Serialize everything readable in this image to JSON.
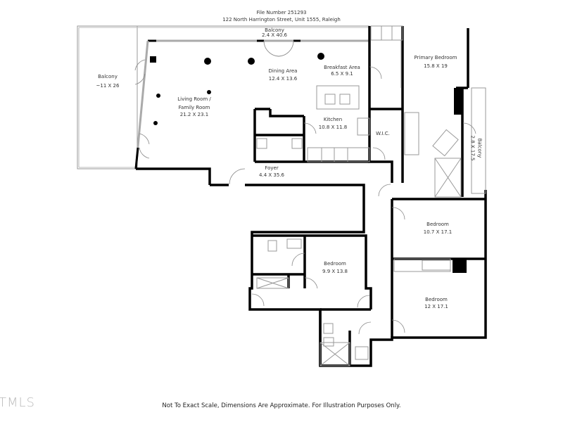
{
  "header": {
    "file_number": "File Number 251293",
    "address": "122 North Harrington Street, Unit 1555, Raleigh"
  },
  "rooms": [
    {
      "name": "Balcony",
      "dims": "~11 X 26"
    },
    {
      "name": "Balcony",
      "dims": "2.4 X 40.6"
    },
    {
      "name": "Living Room /",
      "name2": "Family Room",
      "dims": "21.2 X 23.1"
    },
    {
      "name": "Dining Area",
      "dims": "12.4 X 13.6"
    },
    {
      "name": "Breakfast Area",
      "dims": "6.5 X 9.1"
    },
    {
      "name": "Kitchen",
      "dims": "10.8 X 11.8"
    },
    {
      "name": "W.I.C."
    },
    {
      "name": "Primary Bedroom",
      "dims": "15.8 X 19"
    },
    {
      "name": "Balcony",
      "dims": "2.8 X 17.5"
    },
    {
      "name": "Foyer",
      "dims": "4.4 X 35.6"
    },
    {
      "name": "Bedroom",
      "dims": "10.7 X 17.1"
    },
    {
      "name": "Bedroom",
      "dims": "9.9 X 13.8"
    },
    {
      "name": "Bedroom",
      "dims": "12 X 17.1"
    }
  ],
  "footer": {
    "disclaimer": "Not To Exact Scale, Dimensions Are Approximate. For Illustration Purposes Only.",
    "logo": "TMLS"
  },
  "colors": {
    "wall": "#000000",
    "thin_line": "#999999",
    "background": "#ffffff"
  }
}
